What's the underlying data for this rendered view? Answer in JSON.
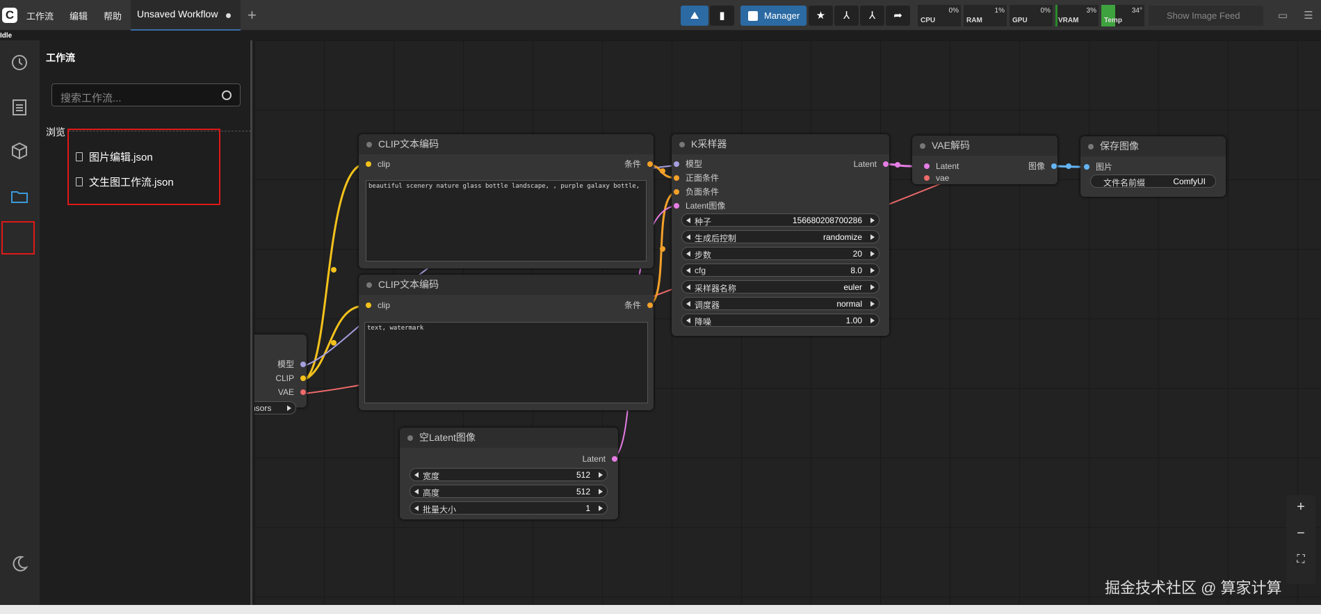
{
  "topbar": {
    "logo": "C",
    "menu": [
      "工作流",
      "编辑",
      "帮助"
    ],
    "workflow_tab": "Unsaved Workflow",
    "manager": "Manager",
    "show_image_feed": "Show Image Feed"
  },
  "monitors": [
    {
      "label": "CPU",
      "value": "0%"
    },
    {
      "label": "RAM",
      "value": "1%"
    },
    {
      "label": "GPU",
      "value": "0%"
    },
    {
      "label": "VRAM",
      "value": "3%"
    },
    {
      "label": "Temp",
      "value": "34°"
    }
  ],
  "status": "Idle",
  "panel": {
    "title": "工作流",
    "search_placeholder": "搜索工作流...",
    "browse": "浏览",
    "files": [
      "图片编辑.json",
      "文生图工作流.json"
    ]
  },
  "nodes": {
    "clip1": {
      "title": "CLIP文本编码",
      "in": "clip",
      "out": "条件",
      "text": "beautiful scenery nature glass bottle landscape, , purple galaxy bottle,"
    },
    "clip2": {
      "title": "CLIP文本编码",
      "in": "clip",
      "out": "条件",
      "text": "text, watermark"
    },
    "ksampler": {
      "title": "K采样器",
      "inputs": [
        "模型",
        "正面条件",
        "负面条件",
        "Latent图像"
      ],
      "out": "Latent",
      "widgets": [
        {
          "label": "种子",
          "value": "156680208700286"
        },
        {
          "label": "生成后控制",
          "value": "randomize"
        },
        {
          "label": "步数",
          "value": "20"
        },
        {
          "label": "cfg",
          "value": "8.0"
        },
        {
          "label": "采样器名称",
          "value": "euler"
        },
        {
          "label": "调度器",
          "value": "normal"
        },
        {
          "label": "降噪",
          "value": "1.00"
        }
      ]
    },
    "vae": {
      "title": "VAE解码",
      "inputs": [
        "Latent",
        "vae"
      ],
      "out": "图像"
    },
    "save": {
      "title": "保存图像",
      "in": "图片",
      "widget_label": "文件名前缀",
      "widget_value": "ComfyUI"
    },
    "latent": {
      "title": "空Latent图像",
      "out": "Latent",
      "widgets": [
        {
          "label": "宽度",
          "value": "512"
        },
        {
          "label": "高度",
          "value": "512"
        },
        {
          "label": "批量大小",
          "value": "1"
        }
      ]
    },
    "checkpoint": {
      "outs": [
        "模型",
        "CLIP",
        "VAE"
      ],
      "widget": "nsors"
    }
  },
  "zoom": {
    "in": "+",
    "out": "−",
    "fit": "⛶"
  },
  "watermark": "掘金技术社区 @ 算家计算"
}
